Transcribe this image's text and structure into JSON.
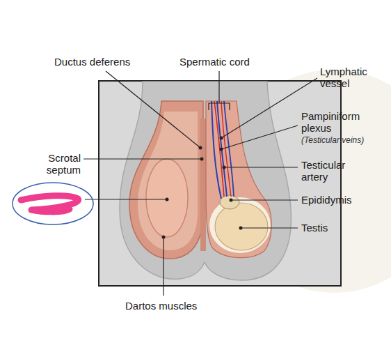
{
  "diagram": {
    "labels": [
      "Ductus deferens",
      "Spermatic cord",
      "Lymphatic vessel",
      "Pampiniform plexus",
      "(Testicular veins)",
      "Testicular artery",
      "Scrotal septum",
      "Epididymis",
      "Testis",
      "Dartos muscles"
    ]
  }
}
